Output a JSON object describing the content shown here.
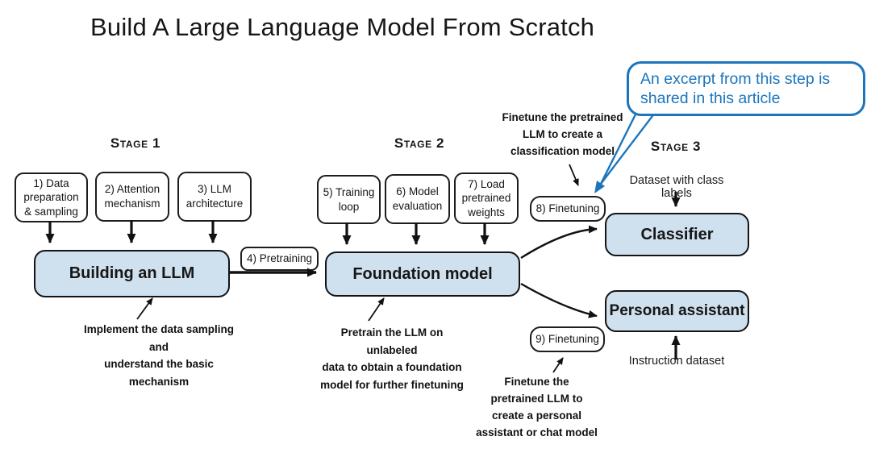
{
  "title": "Build A Large Language Model From Scratch",
  "callout": {
    "text": "An excerpt from this step is\nshared in this article"
  },
  "stages": [
    {
      "label": "Stage 1"
    },
    {
      "label": "Stage 2"
    },
    {
      "label": "Stage 3"
    }
  ],
  "steps": [
    {
      "label": "1) Data\npreparation\n& sampling"
    },
    {
      "label": "2) Attention\nmechanism"
    },
    {
      "label": "3) LLM\narchitecture"
    },
    {
      "label": "4) Pretraining"
    },
    {
      "label": "5) Training\nloop"
    },
    {
      "label": "6) Model\nevaluation"
    },
    {
      "label": "7) Load\npretrained\nweights"
    },
    {
      "label": "8) Finetuning"
    },
    {
      "label": "9) Finetuning"
    }
  ],
  "models": [
    {
      "label": "Building an LLM"
    },
    {
      "label": "Foundation model"
    },
    {
      "label": "Classifier"
    },
    {
      "label": "Personal assistant"
    }
  ],
  "annotations": {
    "stage1_note": "Implement the data sampling and\nunderstand the basic mechanism",
    "stage2_note": "Pretrain the LLM on unlabeled\ndata to obtain a foundation\nmodel for further finetuning",
    "classification_note": "Finetune the pretrained\nLLM to create a\nclassification model",
    "assistant_note": "Finetune the\npretrained LLM to\ncreate a personal\nassistant or chat model",
    "classifier_input_label": "Dataset with class labels",
    "assistant_input_label": "Instruction dataset"
  },
  "colors": {
    "accent_blue": "#1b75bc",
    "model_box_fill": "#cfe1ee",
    "line": "#111111"
  }
}
